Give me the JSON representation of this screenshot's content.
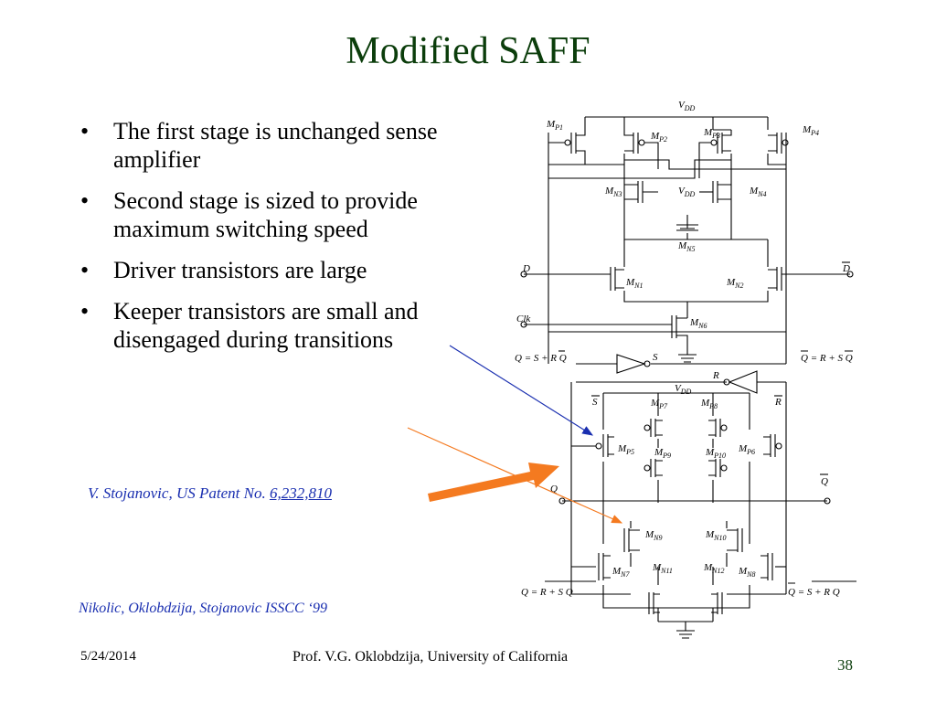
{
  "slide": {
    "title": "Modified SAFF",
    "bullets": [
      "The first stage is unchanged sense amplifier",
      "Second stage is sized to provide maximum switching speed",
      "Driver transistors are large",
      "Keeper transistors are small and disengaged during transitions"
    ],
    "bullet_glyph": "•",
    "patent": {
      "prefix": "V. Stojanovic, US Patent No. ",
      "number": "6,232,810"
    },
    "reference": "Nikolic, Oklobdzija, Stojanovic ISSCC ‘99",
    "footer": {
      "date": "5/24/2014",
      "center": "Prof. V.G. Oklobdzija, University of California",
      "page": "38"
    }
  },
  "circuit": {
    "vdd": "V",
    "vdd_sub": "DD",
    "transistors": [
      {
        "id": "MP1",
        "base": "M",
        "sub": "P1"
      },
      {
        "id": "MP2",
        "base": "M",
        "sub": "P2"
      },
      {
        "id": "MP3",
        "base": "M",
        "sub": "P3"
      },
      {
        "id": "MP4",
        "base": "M",
        "sub": "P4"
      },
      {
        "id": "MN3",
        "base": "M",
        "sub": "N3"
      },
      {
        "id": "MN4",
        "base": "M",
        "sub": "N4"
      },
      {
        "id": "MN5",
        "base": "M",
        "sub": "N5"
      },
      {
        "id": "MN1",
        "base": "M",
        "sub": "N1"
      },
      {
        "id": "MN2",
        "base": "M",
        "sub": "N2"
      },
      {
        "id": "MN6",
        "base": "M",
        "sub": "N6"
      },
      {
        "id": "MP7",
        "base": "M",
        "sub": "P7"
      },
      {
        "id": "MP8",
        "base": "M",
        "sub": "P8"
      },
      {
        "id": "MP5",
        "base": "M",
        "sub": "P5"
      },
      {
        "id": "MP9",
        "base": "M",
        "sub": "P9"
      },
      {
        "id": "MP10",
        "base": "M",
        "sub": "P10"
      },
      {
        "id": "MP6",
        "base": "M",
        "sub": "P6"
      },
      {
        "id": "MN9",
        "base": "M",
        "sub": "N9"
      },
      {
        "id": "MN10",
        "base": "M",
        "sub": "N10"
      },
      {
        "id": "MN7",
        "base": "M",
        "sub": "N7"
      },
      {
        "id": "MN11",
        "base": "M",
        "sub": "N11"
      },
      {
        "id": "MN12",
        "base": "M",
        "sub": "N12"
      },
      {
        "id": "MN8",
        "base": "M",
        "sub": "N8"
      }
    ],
    "signals": {
      "D": "D",
      "Dbar": "D",
      "Clk": "Clk",
      "S": "S",
      "R": "R",
      "Sbar": "S",
      "Rbar": "R",
      "Q": "Q",
      "Qbar": "Q"
    },
    "equations": {
      "q_left_top": "Q = S + R Q",
      "qbar_right_top": "Q = R + S Q",
      "q_left_bottom": "Q = R + S Q",
      "qbar_right_bottom": "Q = S + R Q"
    }
  },
  "colors": {
    "title": "#0b3d0b",
    "reference": "#1a2fb0",
    "arrow_blue": "#1a2fb0",
    "arrow_orange": "#f47a20"
  }
}
